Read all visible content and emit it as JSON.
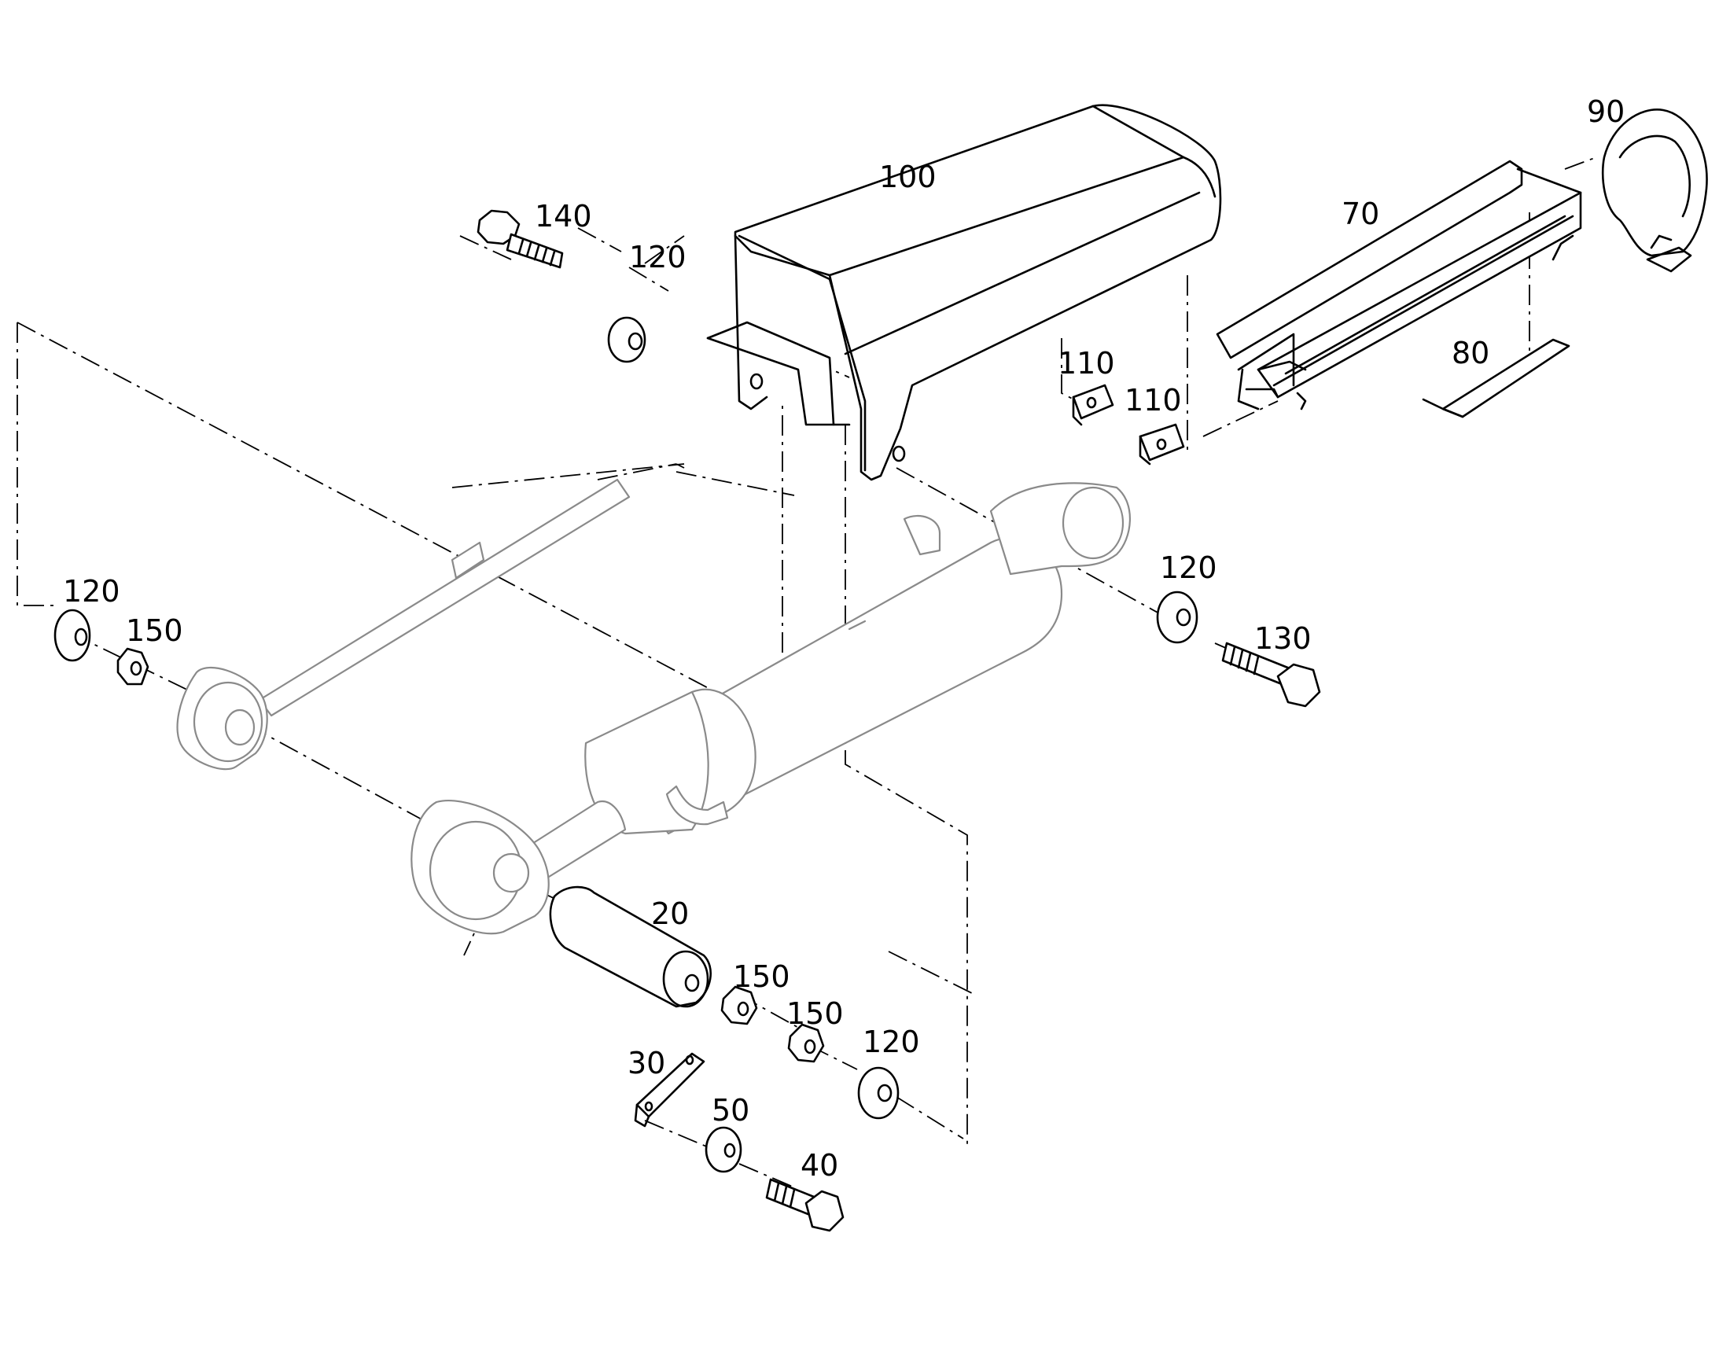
{
  "callouts": {
    "c100": "100",
    "c140": "140",
    "c120_top": "120",
    "c90": "90",
    "c70": "70",
    "c110_a": "110",
    "c110_b": "110",
    "c80": "80",
    "c120_left": "120",
    "c150_left": "150",
    "c120_right": "120",
    "c130": "130",
    "c20": "20",
    "c150_a": "150",
    "c150_b": "150",
    "c120_bottom": "120",
    "c30": "30",
    "c50": "50",
    "c40": "40"
  }
}
